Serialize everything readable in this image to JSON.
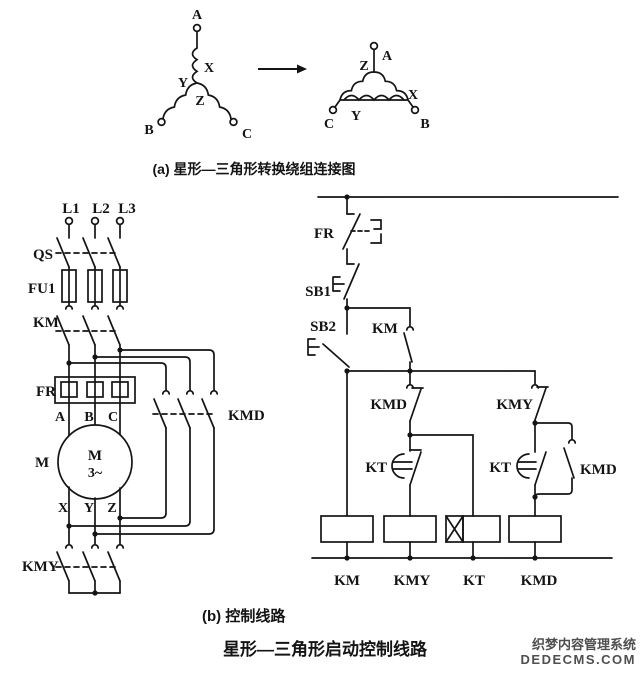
{
  "captions": {
    "a": "(a) 星形—三角形转换绕组连接图",
    "b": "(b) 控制线路",
    "title": "星形—三角形启动控制线路"
  },
  "star": {
    "a": "A",
    "b": "B",
    "c": "C",
    "x": "X",
    "y": "Y",
    "z": "Z"
  },
  "delta": {
    "a": "A",
    "b": "B",
    "c": "C",
    "x": "X",
    "y": "Y",
    "z": "Z"
  },
  "main": {
    "l1": "L1",
    "l2": "L2",
    "l3": "L3",
    "qs": "QS",
    "fu1": "FU1",
    "km": "KM",
    "fr": "FR",
    "kmd": "KMD",
    "kmy": "KMY",
    "m_out": "M",
    "m_in": "M",
    "m_phase": "3~",
    "a": "A",
    "b": "B",
    "c": "C",
    "x": "X",
    "y": "Y",
    "z": "Z"
  },
  "control": {
    "fr": "FR",
    "sb1": "SB1",
    "sb2": "SB2",
    "km": "KM",
    "kmd_nc": "KMD",
    "kmy_nc": "KMY",
    "kt_left": "KT",
    "kt_right": "KT",
    "kmd_no": "KMD",
    "coil_km": "KM",
    "coil_kmy": "KMY",
    "coil_kt": "KT",
    "coil_kmd": "KMD"
  },
  "watermark": {
    "line1": "织梦内容管理系统",
    "line2": "DEDECMS.COM"
  },
  "colors": {
    "ink": "#141414",
    "bg": "#ffffff",
    "watermark_text": "#4f4f4f"
  }
}
